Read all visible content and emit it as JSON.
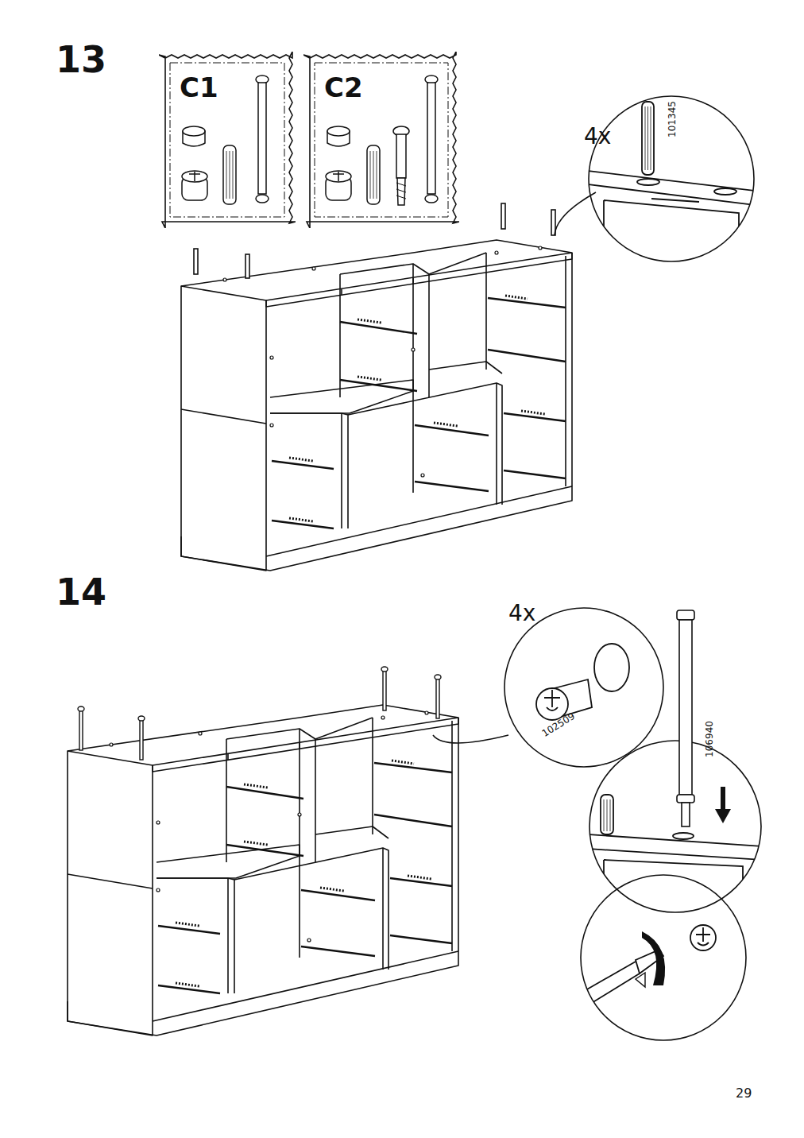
{
  "diagram": {
    "nodes": [
      {
        "text": [
          "C1"
        ]
      },
      {
        "text": [
          "C2"
        ]
      }
    ],
    "labels": [
      "13",
      "4x",
      "101345",
      "14",
      "4x",
      "102509",
      "106940",
      "29"
    ]
  }
}
